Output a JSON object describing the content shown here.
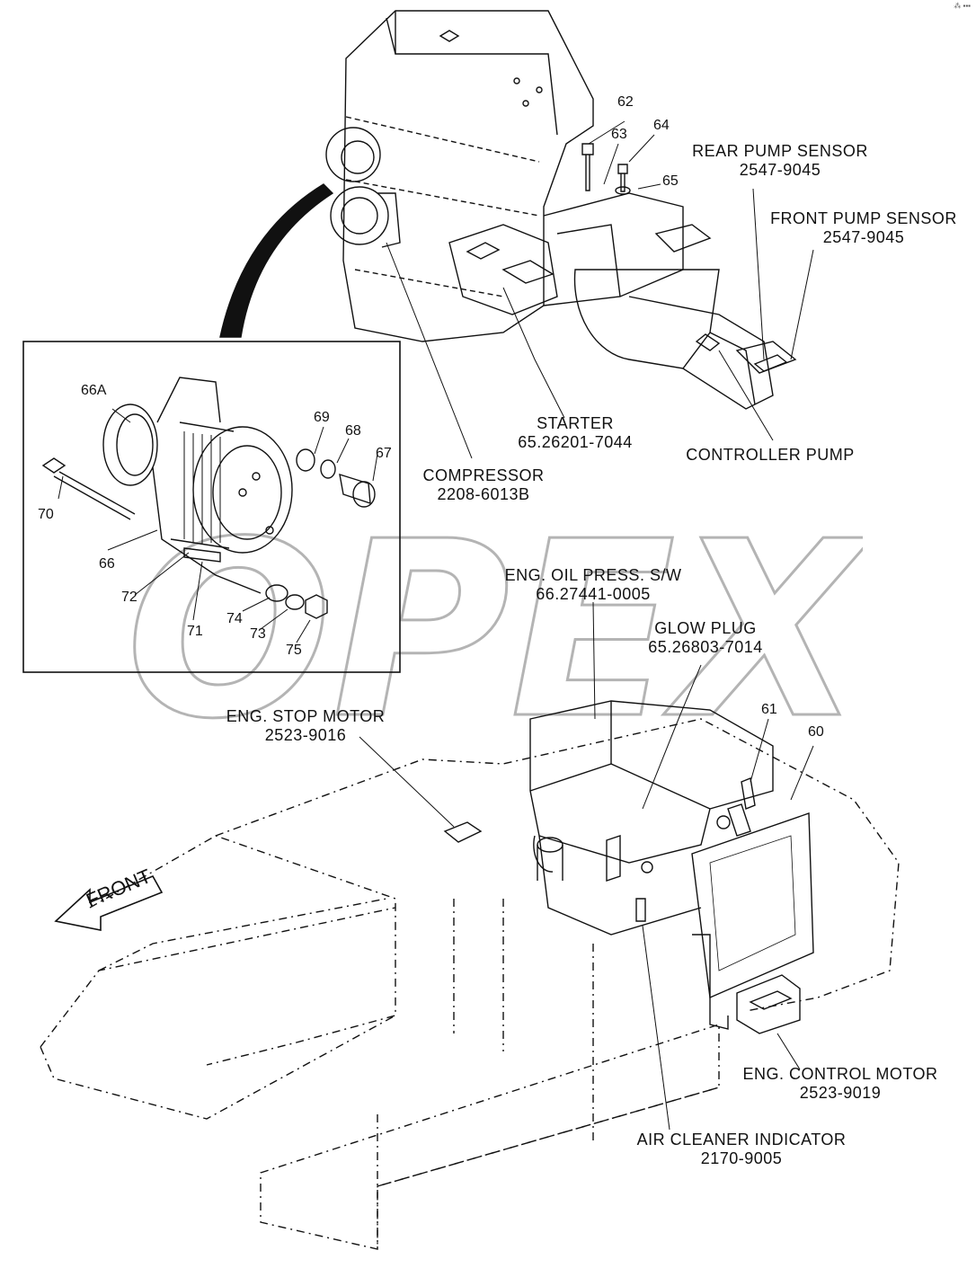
{
  "watermark": "OPEX",
  "corner_mark": "⁂ ▪▪▪",
  "front_arrow_label": "FRONT",
  "component_labels": {
    "rear_pump_sensor": {
      "name": "REAR PUMP SENSOR",
      "part": "2547-9045"
    },
    "front_pump_sensor": {
      "name": "FRONT PUMP SENSOR",
      "part": "2547-9045"
    },
    "starter": {
      "name": "STARTER",
      "part": "65.26201-7044"
    },
    "controller_pump": {
      "name": "CONTROLLER PUMP"
    },
    "compressor": {
      "name": "COMPRESSOR",
      "part": "2208-6013B"
    },
    "eng_oil_press": {
      "name": "ENG. OIL PRESS. S/W",
      "part": "66.27441-0005"
    },
    "glow_plug": {
      "name": "GLOW PLUG",
      "part": "65.26803-7014"
    },
    "eng_stop_motor": {
      "name": "ENG. STOP MOTOR",
      "part": "2523-9016"
    },
    "eng_control_motor": {
      "name": "ENG. CONTROL MOTOR",
      "part": "2523-9019"
    },
    "air_cleaner_indicator": {
      "name": "AIR CLEANER INDICATOR",
      "part": "2170-9005"
    }
  },
  "callouts": {
    "n62": "62",
    "n63": "63",
    "n64": "64",
    "n65": "65",
    "n66A": "66A",
    "n69": "69",
    "n68": "68",
    "n67": "67",
    "n70": "70",
    "n66": "66",
    "n72": "72",
    "n74": "74",
    "n71": "71",
    "n73": "73",
    "n75": "75",
    "n61": "61",
    "n60": "60"
  }
}
